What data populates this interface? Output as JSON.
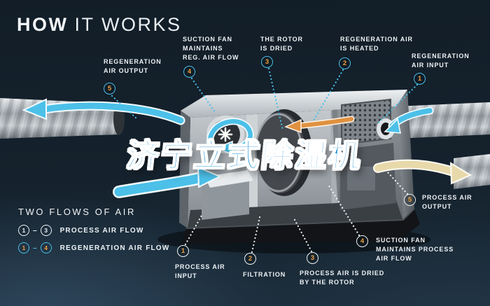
{
  "title": {
    "word_bold": "HOW",
    "word_light": "IT WORKS"
  },
  "watermark_text": "济宁立式除湿机",
  "legend": {
    "title": "TWO FLOWS OF AIR",
    "process": {
      "from": "1",
      "sep": "–",
      "to": "3",
      "label": "PROCESS AIR FLOW"
    },
    "regeneration": {
      "from": "1",
      "sep": "–",
      "to": "4",
      "label": "REGENERATION AIR FLOW"
    }
  },
  "callouts": {
    "regeneration": [
      {
        "num": "1",
        "label": "REGENERATION\nAIR INPUT"
      },
      {
        "num": "2",
        "label": "REGENERATION AIR\nIS HEATED"
      },
      {
        "num": "3",
        "label": "THE ROTOR\nIS DRIED"
      },
      {
        "num": "4",
        "label": "SUCTION FAN\nMAINTAINS\nREG. AIR FLOW"
      },
      {
        "num": "5",
        "label": "REGENERATION\nAIR OUTPUT"
      }
    ],
    "process": [
      {
        "num": "1",
        "label": "PROCESS AIR\nINPUT"
      },
      {
        "num": "2",
        "label": "FILTRATION"
      },
      {
        "num": "3",
        "label": "PROCESS AIR IS DRIED\nBY THE ROTOR"
      },
      {
        "num": "4",
        "label": "SUCTION FAN\nMAINTAINS PROCESS\nAIR FLOW"
      },
      {
        "num": "5",
        "label": "PROCESS AIR\nOUTPUT"
      }
    ]
  },
  "colors": {
    "accent_cyan": "#49bfe8",
    "badge_number_orange": "#efa03f",
    "process_white": "#eef2f4",
    "heater_arrow_orange": "#e09140",
    "exit_arrow_beige": "#e8d9ab",
    "watermark_blue": "#1d8fd4",
    "background_navy": "#15222d"
  }
}
